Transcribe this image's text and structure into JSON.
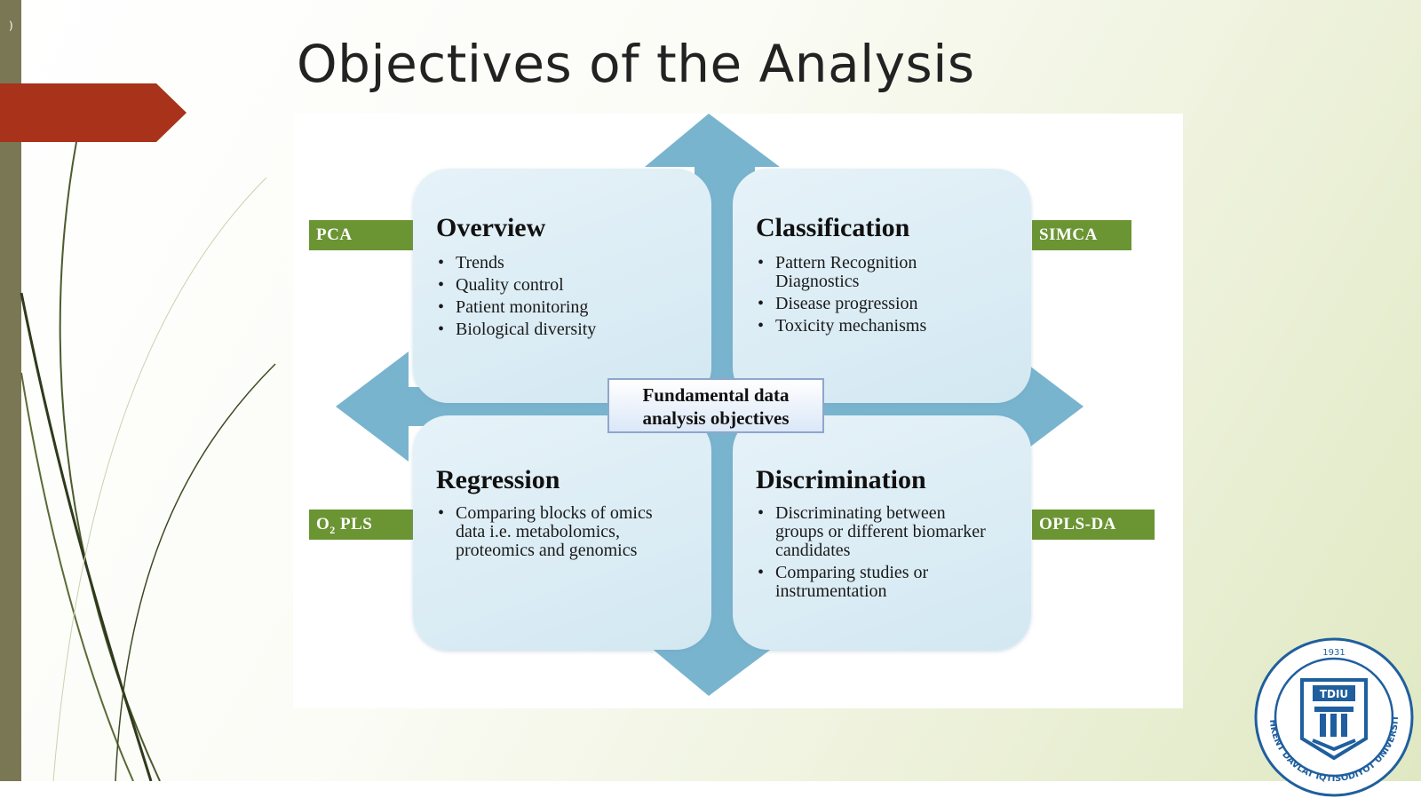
{
  "slide": {
    "title": "Objectives of the Analysis",
    "left_glyph": ")",
    "accent_red": "#a8321a",
    "accent_green": "#6b9433",
    "arrow_blue": "#79b4cf"
  },
  "diagram": {
    "center": {
      "line1": "Fundamental data",
      "line2": "analysis objectives"
    },
    "quadrants": {
      "overview": {
        "title": "Overview",
        "items": [
          "Trends",
          "Quality control",
          "Patient monitoring",
          "Biological diversity"
        ]
      },
      "classification": {
        "title": "Classification",
        "items": [
          "Pattern Recognition Diagnostics",
          "Disease progression",
          "Toxicity mechanisms"
        ]
      },
      "regression": {
        "title": "Regression",
        "items": [
          "Comparing blocks of omics data i.e. metabolomics, proteomics  and genomics"
        ]
      },
      "discrimination": {
        "title": "Discrimination",
        "items": [
          "Discriminating between groups or different biomarker candidates",
          "Comparing studies or instrumentation"
        ]
      }
    },
    "methods": {
      "pca": "PCA",
      "simca": "SIMCA",
      "o2pls_prefix": "O",
      "o2pls_sub": "2",
      "o2pls_suffix": " PLS",
      "oplsda": "OPLS-DA"
    }
  },
  "logo": {
    "year": "1931",
    "abbr": "TDIU",
    "ring_text": "TOSHKENT DAVLAT IQTISODIYOT UNIVERSITETI"
  }
}
